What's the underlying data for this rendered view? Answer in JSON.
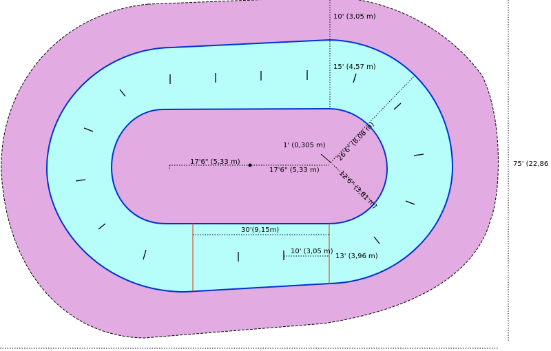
{
  "diagram": {
    "colors": {
      "outer_area": "#e2abe2",
      "track": "#b7fdf9",
      "infield": "#e2abe2",
      "track_border": "#0033cc",
      "start_lines": "#d0604a"
    },
    "labels": {
      "outer_margin": "10' (3,05 m)",
      "track_width": "15' (4,57 m)",
      "total_height": "75' (22,86",
      "inner_radius_left": "17'6\" (5,33 m)",
      "inner_radius_right": "17'6\" (5,33 m)",
      "center_offset": "1' (0,305 m)",
      "outer_radius": "26'6\" (8,08 m)",
      "inner_curve_radius": "12'6\" (3,81 m)",
      "straight_length": "30'(9,15m)",
      "tick_spacing": "10' (3,05 m)",
      "straight_width": "13' (3,96 m)"
    }
  }
}
